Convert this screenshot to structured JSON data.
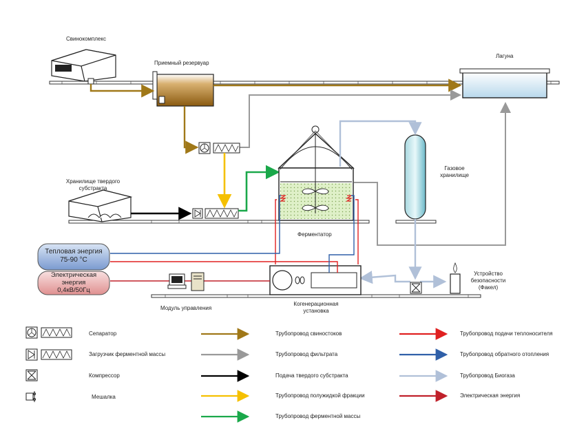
{
  "labels": {
    "pig_complex": "Свинокомплекс",
    "receiving_tank": "Приемный резервуар",
    "lagoon": "Лагуна",
    "solid_storage_l1": "Хранилище твердого",
    "solid_storage_l2": "субстракта",
    "gas_storage_l1": "Газовое",
    "gas_storage_l2": "хранилище",
    "fermenter": "Ферментатор",
    "control_module": "Модуль управления",
    "cogeneration_l1": "Когенерационная",
    "cogeneration_l2": "установка",
    "safety_l1": "Устройство",
    "safety_l2": "безопасности",
    "safety_l3": "(Факел)"
  },
  "energy": {
    "heat_l1": "Тепловая энергия",
    "heat_l2": "75-90 °С",
    "elec_l1": "Электрическая",
    "elec_l2": "энергия",
    "elec_l3": "0,4кВ/50Гц"
  },
  "legend_symbols": [
    {
      "label": "Сепаратор",
      "icon": "separator-icon"
    },
    {
      "label": "Загрузчик ферментной массы",
      "icon": "loader-icon"
    },
    {
      "label": "Компрессор",
      "icon": "compressor-icon"
    },
    {
      "label": "Мешалка",
      "icon": "mixer-icon"
    }
  ],
  "legend_lines": [
    {
      "label": "Трубопровод свиностоков",
      "color": "#a07818"
    },
    {
      "label": "Трубопровод фильтрата",
      "color": "#999999"
    },
    {
      "label": "Подача твердого субстракта",
      "color": "#000000"
    },
    {
      "label": "Трубопровод полужидкой фракции",
      "color": "#f5c000"
    },
    {
      "label": "Трубопровод ферментной массы",
      "color": "#1aa84a"
    },
    {
      "label": "Трубопровод подачи теплоносителя",
      "color": "#e02020"
    },
    {
      "label": "Трубопровод обратного отопления",
      "color": "#2f5fa8"
    },
    {
      "label": "Трубопровод Биогаза",
      "color": "#b0c0d8"
    },
    {
      "label": "Электрическая энергия",
      "color": "#c0202a"
    }
  ]
}
